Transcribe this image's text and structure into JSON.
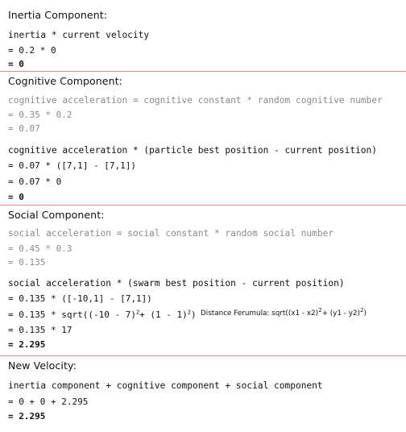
{
  "sections": {
    "inertia": {
      "heading": "Inertia Component:",
      "formula": "inertia * current velocity",
      "substitution": "= 0.2 * 0",
      "result": "= 0"
    },
    "cognitive": {
      "heading": "Cognitive Component:",
      "acceleration_formula": "cognitive acceleration = cognitive constant * random cognitive number",
      "acceleration_substitution": "= 0.35 * 0.2",
      "acceleration_result": "= 0.07",
      "component_formula": "cognitive acceleration * (particle best position - current position)",
      "component_substitution": "= 0.07 * ([7,1] - [7,1])",
      "component_simplified": "= 0.07 * 0",
      "component_result": "= 0"
    },
    "social": {
      "heading": "Social Component:",
      "acceleration_formula": "social acceleration = social constant * random social number",
      "acceleration_substitution": "= 0.45 * 0.3",
      "acceleration_result": "= 0.135",
      "component_formula": "social acceleration * (swarm best position - current position)",
      "component_substitution": "= 0.135 * ([-10,1] - [7,1])",
      "sqrt_prefix": "= 0.135 * sqrt((-10 - 7)",
      "sqrt_exp_1": "2",
      "sqrt_middle": "+ (1 - 1)",
      "sqrt_exp_2": "2",
      "sqrt_suffix": ")",
      "distance_note_prefix": "Distance Ferumula:  sqrt((x1 - x2)",
      "distance_note_exp_1": "2",
      "distance_note_middle": "+ (y1 - y2)",
      "distance_note_exp_2": "2",
      "distance_note_suffix": ")",
      "component_multiplied": "= 0.135 * 17",
      "component_result": "= 2.295"
    },
    "velocity": {
      "heading": "New Velocity:",
      "formula": "inertia component + cognitive component + social component",
      "substitution": "= 0 + 0 + 2.295",
      "result": "= 2.295"
    }
  }
}
